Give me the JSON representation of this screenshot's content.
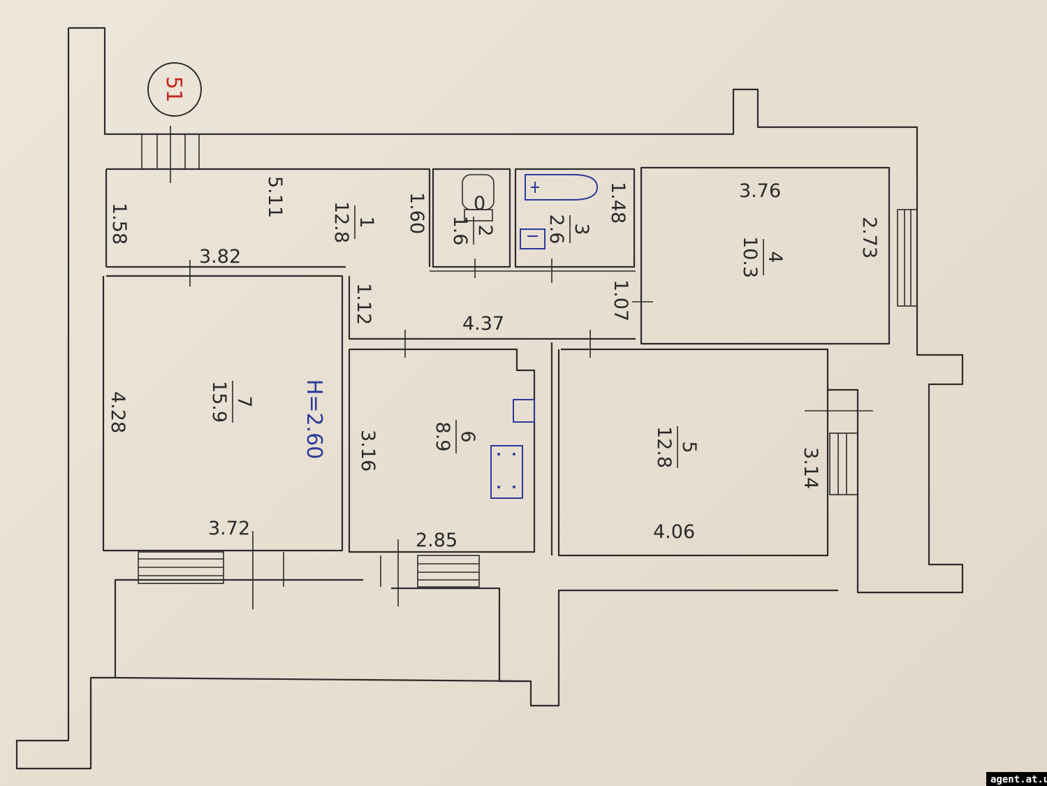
{
  "plan_number": "51",
  "ceiling_height": "H=2.60",
  "watermark": "agent.at.ua",
  "rooms": [
    {
      "number": "1",
      "area": "12.8"
    },
    {
      "number": "2",
      "area": "1.6"
    },
    {
      "number": "3",
      "area": "2.6"
    },
    {
      "number": "4",
      "area": "10.3"
    },
    {
      "number": "5",
      "area": "12.8"
    },
    {
      "number": "6",
      "area": "8.9"
    },
    {
      "number": "7",
      "area": "15.9"
    }
  ],
  "dimensions": {
    "hall_top": "5.11",
    "hall_left": "1.58",
    "hall_inner": "1.60",
    "hall_mid": "3.82",
    "hall_step": "1.12",
    "hall_bottom": "4.37",
    "bath_h": "1.48",
    "bath_door": "1.07",
    "room4_top": "3.76",
    "room4_side": "2.73",
    "room7_side": "4.28",
    "room7_bottom": "3.72",
    "room6_side": "3.16",
    "room6_bottom": "2.85",
    "room5_bottom": "4.06",
    "room5_side": "3.14"
  },
  "colors": {
    "ink": "#2c2a2a",
    "blue_ink": "#2c3a9a",
    "red_ink": "#c42a22"
  }
}
